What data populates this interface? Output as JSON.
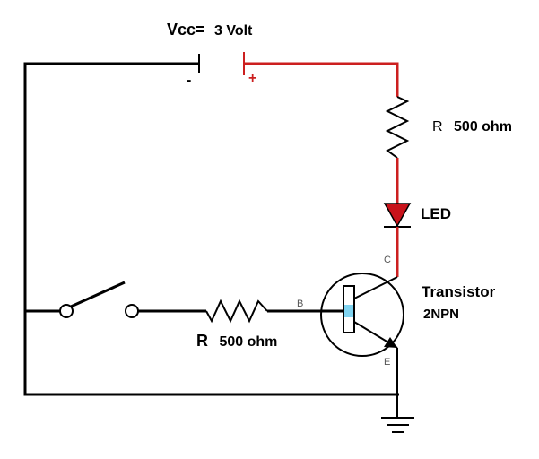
{
  "title": {
    "vcc_prefix": "Vcc=",
    "vcc_value": "3 Volt"
  },
  "battery": {
    "minus": "-",
    "plus": "+"
  },
  "resistor_top": {
    "prefix": "R",
    "value": "500 ohm"
  },
  "led": {
    "label": "LED"
  },
  "transistor": {
    "name": "Transistor",
    "type": "2NPN",
    "collector": "C",
    "base": "B",
    "emitter": "E"
  },
  "resistor_base": {
    "prefix": "R",
    "value": "500 ohm"
  },
  "colors": {
    "wire": "#000000",
    "positive_wire": "#cc1f1f",
    "led_fill": "#c8131b",
    "base_highlight": "#7fd3f0",
    "pin_label": "#555555"
  },
  "icons": [
    "battery-icon",
    "resistor-icon",
    "led-icon",
    "npn-transistor-icon",
    "switch-icon",
    "ground-icon"
  ]
}
